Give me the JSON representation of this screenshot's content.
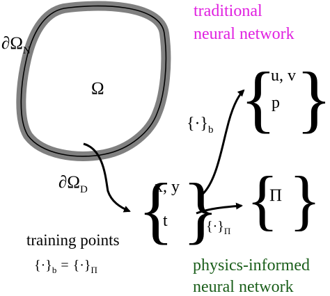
{
  "labels": {
    "neumann_boundary": {
      "main": "∂Ω",
      "sub": "N"
    },
    "dirichlet_boundary": {
      "main": "∂Ω",
      "sub": "D"
    },
    "domain": "Ω",
    "traditional_nn": [
      "traditional",
      "neural network"
    ],
    "physics_informed_nn": [
      "physics-informed",
      "neural network"
    ],
    "inputs": [
      "x, y",
      "t"
    ],
    "outputs_traditional": [
      "u, v",
      "p"
    ],
    "output_pinn": "Π",
    "loss_b": {
      "main": "{·}",
      "sub": "b"
    },
    "loss_pi": {
      "main": "{·}",
      "sub": "Π"
    },
    "training_points": "training points",
    "equivalence": {
      "left": "{·}",
      "left_sub": "b",
      "eq": "=",
      "right": "{·}",
      "right_sub": "Π"
    }
  },
  "colors": {
    "traditional": "#e020e0",
    "physics_informed": "#1a5e1a",
    "boundary_outer": "#808080",
    "boundary_inner": "#000000",
    "text": "#000000"
  }
}
